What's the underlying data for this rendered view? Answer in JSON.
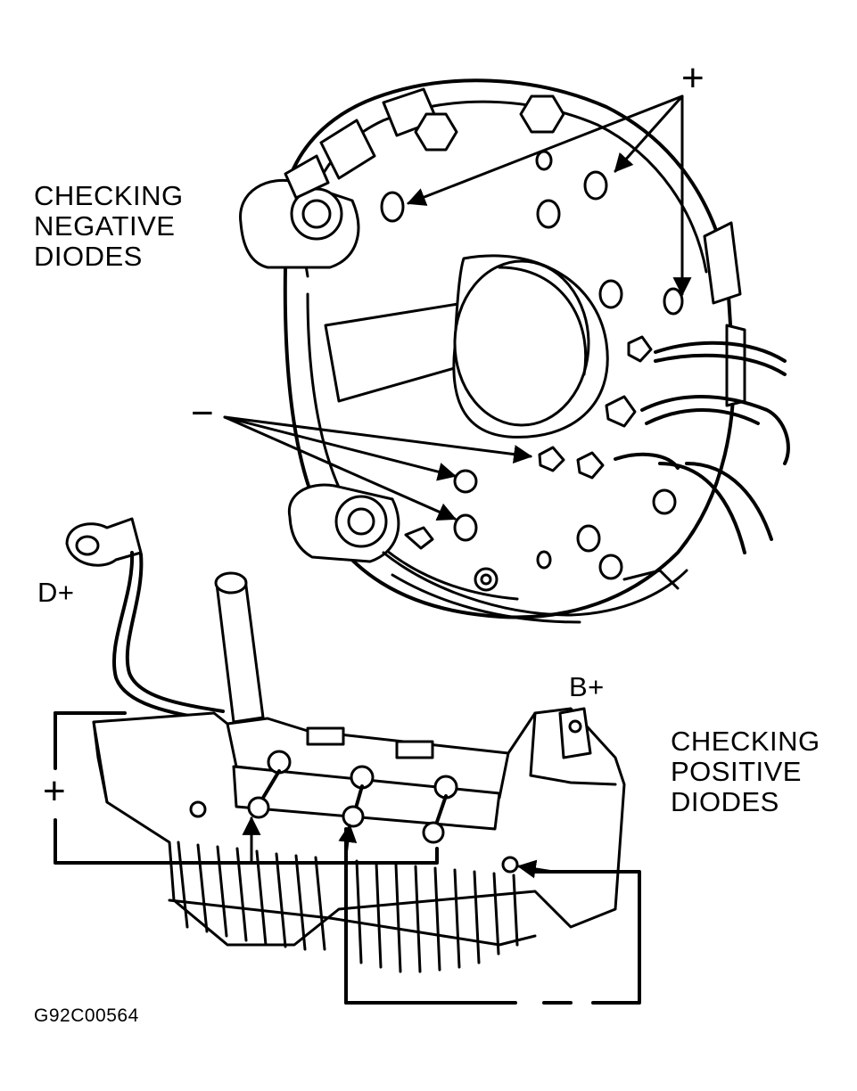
{
  "labels": {
    "negative_title": [
      "CHECKING",
      "NEGATIVE",
      "DIODES"
    ],
    "positive_title": [
      "CHECKING",
      "POSITIVE",
      "DIODES"
    ],
    "plus_top": "+",
    "minus": "−",
    "d_plus": "D+",
    "b_plus": "B+",
    "plus_left": "+",
    "figure_code": "G92C00564"
  }
}
